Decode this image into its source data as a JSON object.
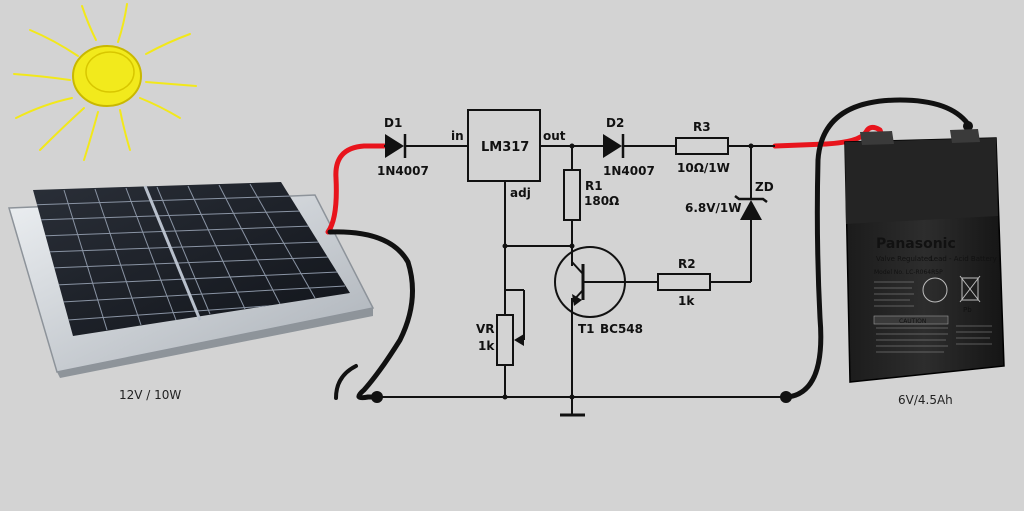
{
  "panel": {
    "caption": "12V / 10W"
  },
  "battery": {
    "caption": "6V/4.5Ah",
    "brand": "Panasonic",
    "line1": "Valve Regulated",
    "line2": "Lead - Acid Battery",
    "model": "Model No. LC-R064R5P",
    "pb": "Pb",
    "caution": "CAUTION"
  },
  "circuit": {
    "d1": {
      "ref": "D1",
      "part": "1N4007"
    },
    "regulator": {
      "name": "LM317",
      "pin_in": "in",
      "pin_out": "out",
      "pin_adj": "adj"
    },
    "d2": {
      "ref": "D2",
      "part": "1N4007"
    },
    "r3": {
      "ref": "R3",
      "value": "10Ω/1W"
    },
    "zd": {
      "ref": "ZD",
      "value": "6.8V/1W"
    },
    "r1": {
      "ref": "R1",
      "value": "180Ω"
    },
    "r2": {
      "ref": "R2",
      "value": "1k"
    },
    "vr": {
      "ref": "VR",
      "value": "1k"
    },
    "t1": {
      "ref": "T1",
      "part": "BC548"
    }
  },
  "colors": {
    "background": "#d3d3d3",
    "positive_cable": "#e8141c",
    "negative_cable": "#111111",
    "sun": "#f2e81a"
  }
}
